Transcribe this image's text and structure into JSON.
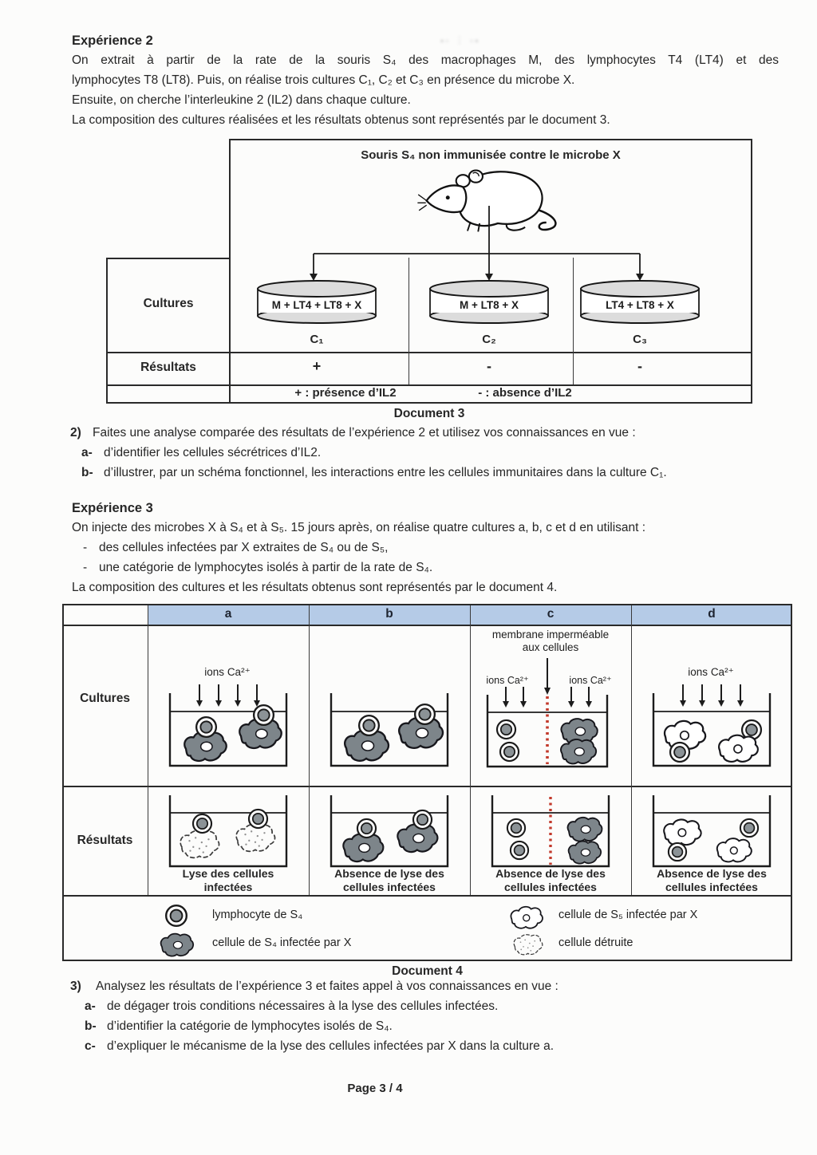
{
  "colors": {
    "header_blue": "#b5cbe7",
    "membrane_red": "#c2392b",
    "infected_cell_gray": "#7d858a"
  },
  "exp2": {
    "heading": "Expérience 2",
    "lines": [
      "On extrait à partir de la rate de la souris S₄ des macrophages M, des lymphocytes T4 (LT4) et des",
      "lymphocytes T8 (LT8). Puis, on réalise trois cultures C₁, C₂ et C₃ en présence du microbe X.",
      "Ensuite, on cherche l’interleukine 2 (IL2) dans chaque culture.",
      "La composition des cultures réalisées et les résultats obtenus sont représentés par le document 3."
    ]
  },
  "doc3": {
    "title": "Souris S₄ non immunisée contre le microbe X",
    "row_labels": {
      "cultures": "Cultures",
      "results": "Résultats"
    },
    "dishes": [
      {
        "content": "M + LT4 + LT8 + X",
        "id": "C₁",
        "result": "+"
      },
      {
        "content": "M + LT8 + X",
        "id": "C₂",
        "result": "-"
      },
      {
        "content": "LT4 + LT8 + X",
        "id": "C₃",
        "result": "-"
      }
    ],
    "legend_plus": "+ : présence d’IL2",
    "legend_minus": "- : absence d’IL2",
    "caption": "Document 3"
  },
  "q2": {
    "marker": "2)",
    "text": "Faites une analyse comparée des résultats de l’expérience 2 et utilisez vos connaissances en vue :",
    "items": [
      {
        "marker": "a-",
        "text": "d’identifier les cellules sécrétrices d’IL2."
      },
      {
        "marker": "b-",
        "text": "d’illustrer, par un schéma fonctionnel, les interactions entre les cellules immunitaires dans la culture C₁."
      }
    ]
  },
  "exp3": {
    "heading": "Expérience 3",
    "intro": "On injecte des microbes X à S₄ et à S₅. 15 jours après, on réalise quatre cultures a, b, c et d en utilisant :",
    "bullets": [
      {
        "marker": "-",
        "text": "des cellules infectées par X extraites de S₄ ou de S₅,"
      },
      {
        "marker": "-",
        "text": "une catégorie de lymphocytes isolés à partir de la rate de S₄."
      }
    ],
    "outro": "La composition des cultures et les résultats obtenus sont représentés par le document 4."
  },
  "doc4": {
    "columns": [
      "a",
      "b",
      "c",
      "d"
    ],
    "row_labels": {
      "cultures": "Cultures",
      "results": "Résultats"
    },
    "ions_label": "ions Ca²⁺",
    "membrane_note_line1": "membrane imperméable",
    "membrane_note_line2": "aux cellules",
    "result_captions": [
      "Lyse des cellules infectées",
      "Absence  de lyse  des cellules infectées",
      "Absence de lyse des cellules infectées",
      "Absence de lyse des cellules infectées"
    ],
    "legend": [
      {
        "icon": "lymphocyte-icon",
        "label": "lymphocyte  de S₄"
      },
      {
        "icon": "infected-cell-s4-icon",
        "label": "cellule de S₄ infectée par X"
      },
      {
        "icon": "infected-cell-s5-icon",
        "label": "cellule de S₅ infectée par X"
      },
      {
        "icon": "destroyed-cell-icon",
        "label": "cellule détruite"
      }
    ],
    "caption": "Document 4"
  },
  "q3": {
    "marker": "3)",
    "text": "Analysez les résultats de l’expérience 3 et faites appel à vos connaissances en vue :",
    "items": [
      {
        "marker": "a-",
        "text": "de dégager trois conditions nécessaires à la lyse des cellules infectées."
      },
      {
        "marker": "b-",
        "text": "d’identifier la catégorie de lymphocytes isolés de S₄."
      },
      {
        "marker": "c-",
        "text": "d’expliquer le mécanisme de la lyse des cellules infectées par X dans la culture a."
      }
    ]
  },
  "footer": {
    "page_label": "Page 3 / 4"
  }
}
